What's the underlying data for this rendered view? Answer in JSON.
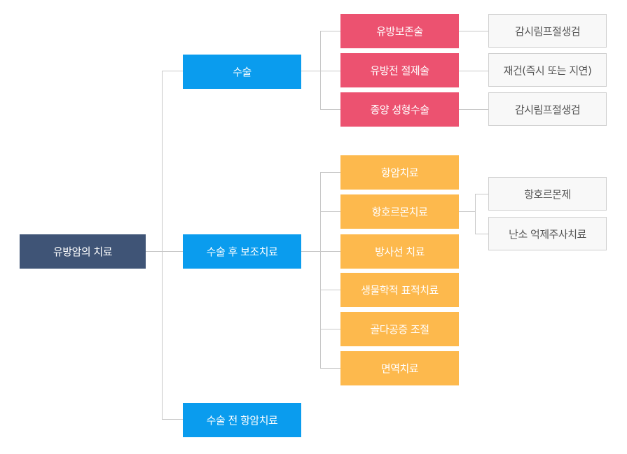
{
  "root": {
    "label": "유방암의 치료"
  },
  "level1": [
    {
      "label": "수술"
    },
    {
      "label": "수술 후 보조치료"
    },
    {
      "label": "수술 전 항암치료"
    }
  ],
  "surgery": [
    {
      "label": "유방보존술",
      "detail": "감시림프절생검"
    },
    {
      "label": "유방전 절제술",
      "detail": "재건(즉시 또는 지연)"
    },
    {
      "label": "종양 성형수술",
      "detail": "감시림프절생검"
    }
  ],
  "adjuvant": [
    {
      "label": "항암치료"
    },
    {
      "label": "항호르몬치료"
    },
    {
      "label": "방사선 치료"
    },
    {
      "label": "생물학적 표적치료"
    },
    {
      "label": "골다공증 조절"
    },
    {
      "label": "면역치료"
    }
  ],
  "hormone_details": [
    {
      "label": "항호르몬제"
    },
    {
      "label": "난소 억제주사치료"
    }
  ]
}
